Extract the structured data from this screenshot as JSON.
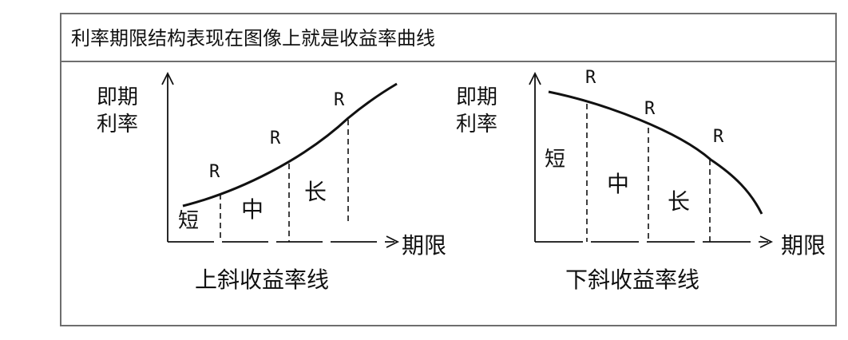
{
  "header": {
    "title": "利率期限结构表现在图像上就是收益率曲线"
  },
  "left_chart": {
    "y_label_line1": "即期",
    "y_label_line2": "利率",
    "x_label": "期限",
    "caption": "上斜收益率线",
    "segment_short": "短",
    "segment_mid": "中",
    "segment_long": "长",
    "r_labels": [
      "R",
      "R",
      "R"
    ]
  },
  "right_chart": {
    "y_label_line1": "即期",
    "y_label_line2": "利率",
    "x_label": "期限",
    "caption": "下斜收益率线",
    "segment_short": "短",
    "segment_mid": "中",
    "segment_long": "长",
    "r_labels": [
      "R",
      "R",
      "R"
    ]
  },
  "colors": {
    "line": "#111111",
    "frame": "#6e6e6e"
  }
}
